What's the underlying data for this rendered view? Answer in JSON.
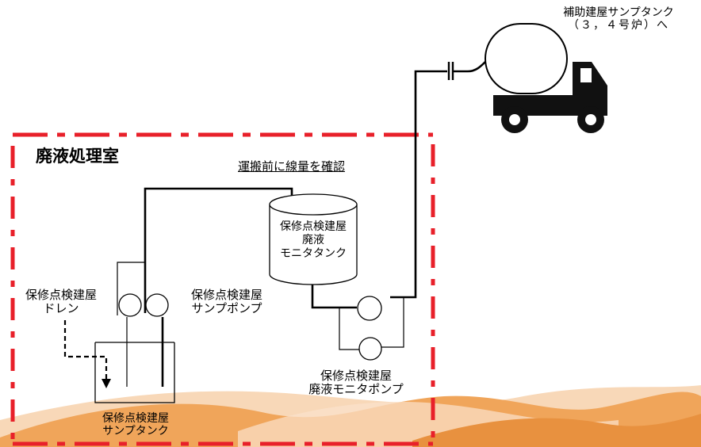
{
  "room": {
    "title": "廃液処理室"
  },
  "note": {
    "text": "運搬前に線量を確認"
  },
  "destination": {
    "line1": "補助建屋サンプタンク",
    "line2": "（３，４号炉）へ"
  },
  "monitor_tank": {
    "line1": "保修点検建屋",
    "line2": "廃液",
    "line3": "モニタタンク"
  },
  "drain": {
    "line1": "保修点検建屋",
    "line2": "ドレン"
  },
  "sump_pump": {
    "line1": "保修点検建屋",
    "line2": "サンプポンプ"
  },
  "monitor_pump": {
    "line1": "保修点検建屋",
    "line2": "廃液モニタポンプ"
  },
  "sump_tank": {
    "line1": "保修点検建屋",
    "line2": "サンプタンク"
  },
  "colors": {
    "boundary": "#e8202a",
    "pipe": "#000000",
    "wave_orange": "#f0a55a",
    "wave_light": "#f8d8b8"
  }
}
